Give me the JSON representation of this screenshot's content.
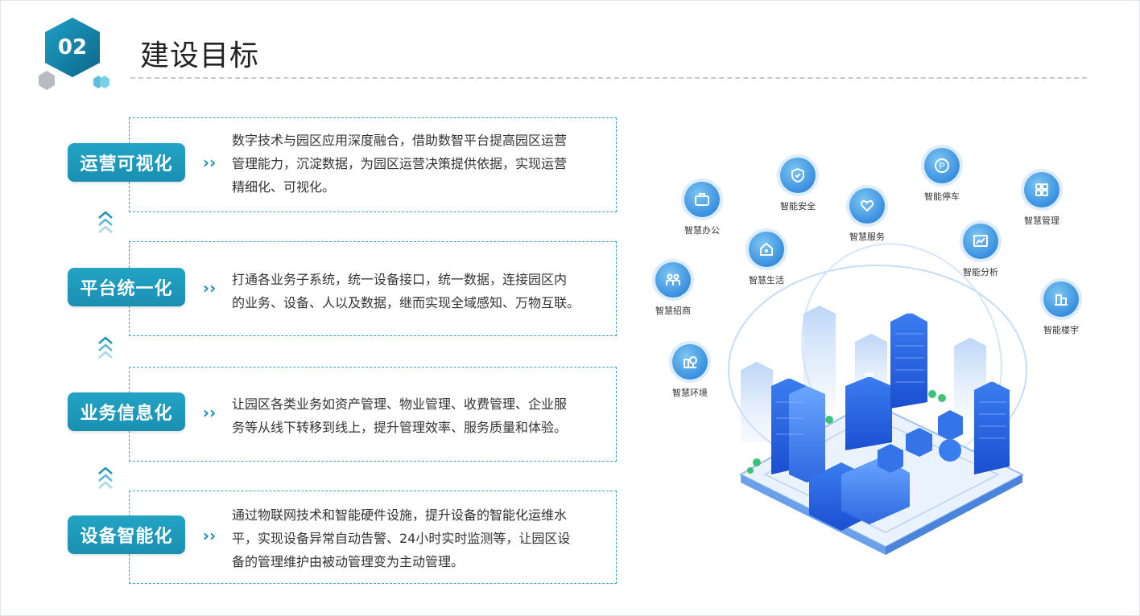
{
  "header": {
    "number": "02",
    "title": "建设目标"
  },
  "rows": [
    {
      "label": "运营可视化",
      "arrow": "››",
      "lines": [
        "数字技术与园区应用深度融合，借助数智平台提高园区运营",
        "管理能力，沉淀数据，为园区运营决策提供依据，实现运营",
        "精细化、可视化。"
      ]
    },
    {
      "label": "平台统一化",
      "arrow": "››",
      "lines": [
        "打通各业务子系统，统一设备接口，统一数据，连接园区内",
        "的业务、设备、人以及数据，继而实现全域感知、万物互联。"
      ]
    },
    {
      "label": "业务信息化",
      "arrow": "››",
      "lines": [
        "让园区各类业务如资产管理、物业管理、收费管理、企业服",
        "务等从线下转移到线上，提升管理效率、服务质量和体验。"
      ]
    },
    {
      "label": "设备智能化",
      "arrow": "››",
      "lines": [
        "通过物联网技术和智能硬件设施，提升设备的智能化运维水",
        "平，实现设备异常自动告警、24小时实时监测等，让园区设",
        "备的管理维护由被动管理变为主动管理。"
      ]
    }
  ],
  "services": [
    {
      "label": "智慧办公",
      "icon": "briefcase-icon"
    },
    {
      "label": "智能安全",
      "icon": "shield-icon"
    },
    {
      "label": "智能停车",
      "icon": "parking-icon"
    },
    {
      "label": "智慧管理",
      "icon": "grid-icon"
    },
    {
      "label": "智慧服务",
      "icon": "heart-hand-icon"
    },
    {
      "label": "智慧生活",
      "icon": "home-heart-icon"
    },
    {
      "label": "智能分析",
      "icon": "chart-icon"
    },
    {
      "label": "智慧招商",
      "icon": "people-icon"
    },
    {
      "label": "智能楼宇",
      "icon": "building-icon"
    },
    {
      "label": "智慧环境",
      "icon": "tree-icon"
    }
  ],
  "colors": {
    "accent": "#1e95b8",
    "dash_border": "#3aa3bd",
    "hex_dark": "#0f6f93",
    "icon_blue": "#3a8fe0"
  }
}
